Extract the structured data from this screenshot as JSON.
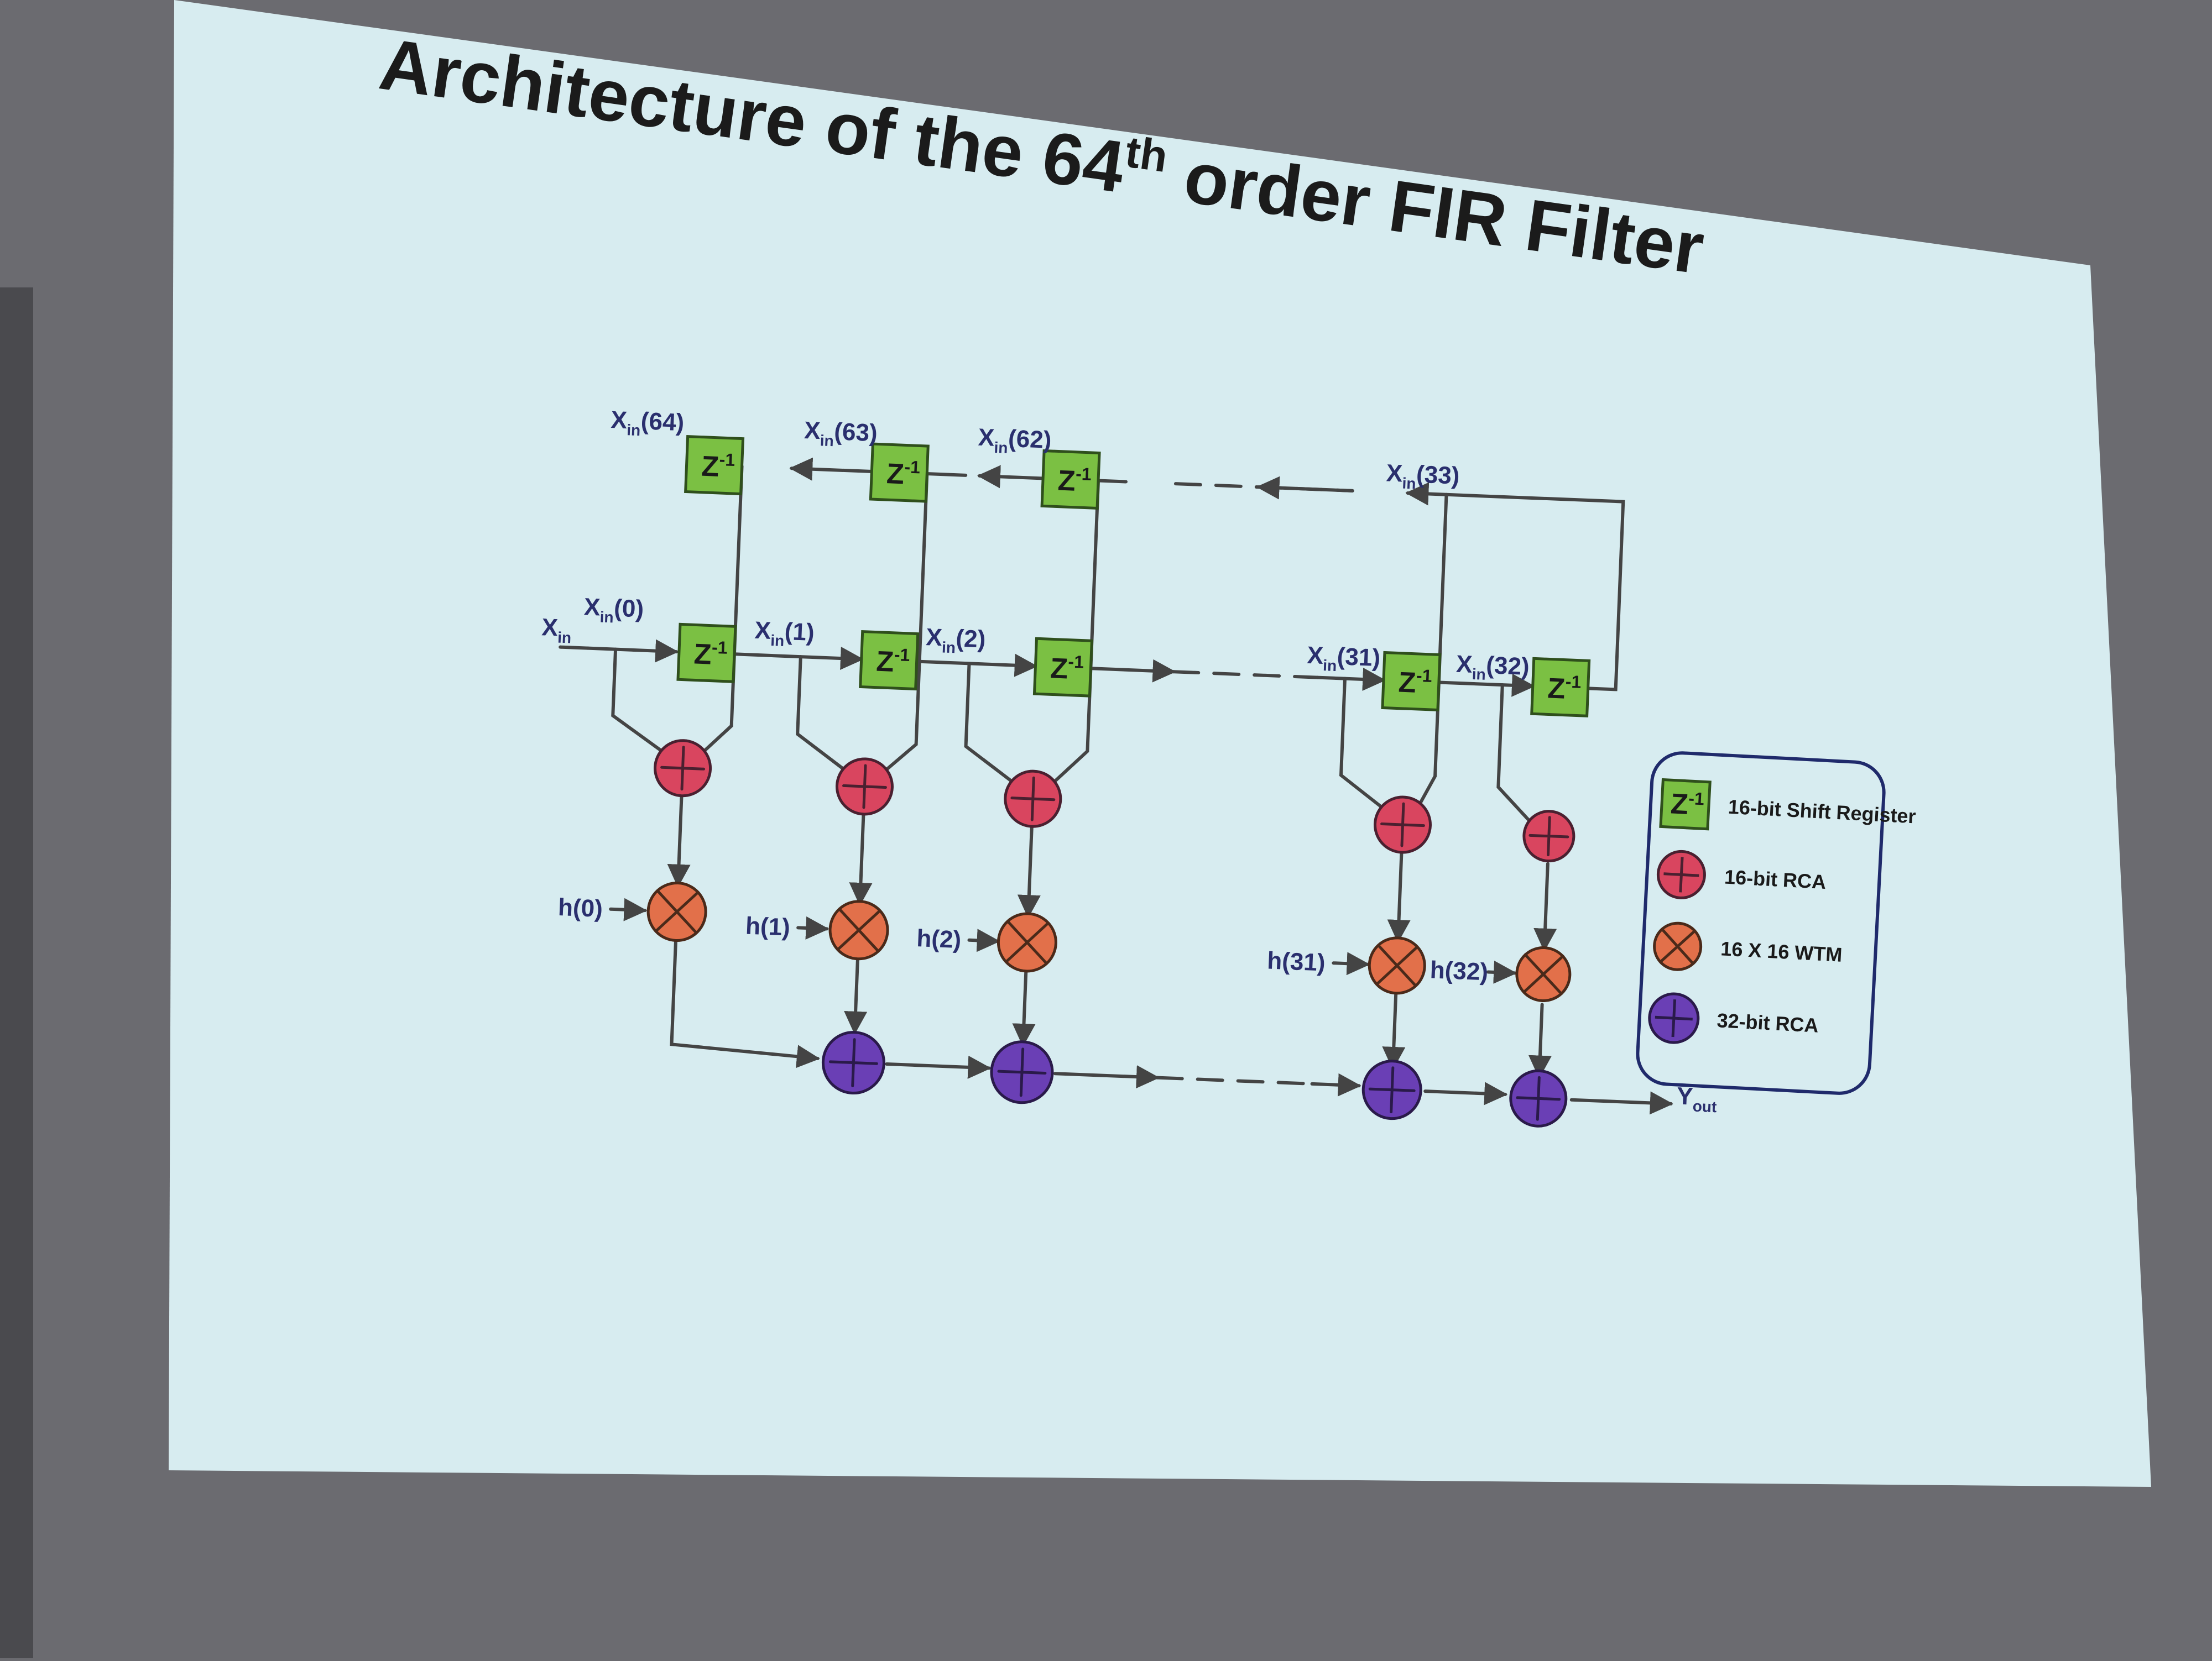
{
  "slide": {
    "title_main": "Architecture of the 64",
    "title_sup": "th",
    "title_end": " order FIR Filter"
  },
  "diagram": {
    "input": {
      "sym": "X",
      "sub": "in"
    },
    "output": {
      "sym": "Y",
      "sub": "out"
    },
    "delay": {
      "base": "Z",
      "exp": "-1"
    },
    "top_taps": [
      {
        "sym": "X",
        "sub": "in",
        "idx": "(64)"
      },
      {
        "sym": "X",
        "sub": "in",
        "idx": "(63)"
      },
      {
        "sym": "X",
        "sub": "in",
        "idx": "(62)"
      },
      {
        "sym": "X",
        "sub": "in",
        "idx": "(33)"
      }
    ],
    "bottom_taps": [
      {
        "sym": "X",
        "sub": "in",
        "idx": "(0)"
      },
      {
        "sym": "X",
        "sub": "in",
        "idx": "(1)"
      },
      {
        "sym": "X",
        "sub": "in",
        "idx": "(2)"
      },
      {
        "sym": "X",
        "sub": "in",
        "idx": "(31)"
      },
      {
        "sym": "X",
        "sub": "in",
        "idx": "(32)"
      }
    ],
    "coefficients": [
      "h(0)",
      "h(1)",
      "h(2)",
      "h(31)",
      "h(32)"
    ]
  },
  "legend": [
    {
      "icon": "shift-register-icon",
      "label": "16-bit Shift Register",
      "color": "#7bc043"
    },
    {
      "icon": "adder-16-icon",
      "label": "16-bit RCA",
      "color": "#d9455f"
    },
    {
      "icon": "multiplier-icon",
      "label": "16 X 16 WTM",
      "color": "#e2704a"
    },
    {
      "icon": "adder-32-icon",
      "label": "32-bit RCA",
      "color": "#6a3fb5"
    }
  ]
}
